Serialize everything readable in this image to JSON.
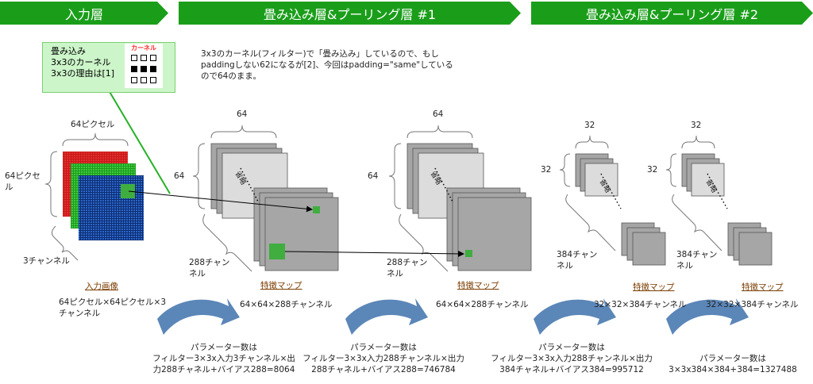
{
  "headers": {
    "input": "入力層",
    "conv1": "畳み込み層&プーリング層 #1",
    "conv2": "畳み込み層&プーリング層 #2"
  },
  "kernel_note": {
    "line1": "畳み込み",
    "line2": "3x3のカーネル",
    "line3": "3x3の理由は[1]",
    "grid_label": "カーネル"
  },
  "padding_note": {
    "line1": "3x3のカーネル(フィルター)で「畳み込み」しているので、もし",
    "line2": "paddingしない62になるが[2]、今回はpadding=\"same\"している",
    "line3": "ので64のまま。"
  },
  "input": {
    "width_label": "64ピクセル",
    "height_label_1": "64ピクセ",
    "height_label_2": "ル",
    "channel_label": "3チャンネル",
    "caption": "入力画像",
    "shape_1": "64ピクセル×64ピクセル×3",
    "shape_2": "チャンネル"
  },
  "conv1": {
    "width_label": "64",
    "height_label": "64",
    "channel_label_1": "288チャン",
    "channel_label_2": "ネル",
    "overlap_label": "省略",
    "caption": "特徴マップ",
    "shape": "64×64×288チャンネル"
  },
  "conv1b": {
    "width_label": "64",
    "height_label": "64",
    "channel_label_1": "288チャン",
    "channel_label_2": "ネル",
    "overlap_label": "省略",
    "caption": "特徴マップ",
    "shape": "64×64×288チャンネル"
  },
  "conv2": {
    "width_label": "32",
    "height_label": "32",
    "channel_label_1": "384チャン",
    "channel_label_2": "ネル",
    "overlap_label": "省略",
    "caption": "特徴マップ",
    "shape": "32×32×384チャンネル"
  },
  "conv2b": {
    "width_label": "32",
    "height_label": "32",
    "channel_label_1": "384チャン",
    "channel_label_2": "ネル",
    "overlap_label": "省略",
    "caption": "特徴マップ",
    "shape": "32×32×384チャンネル"
  },
  "params": [
    {
      "line1": "パラメーター数は",
      "line2": "フィルター3×3x入力3チャンネル×出",
      "line3": "力288チャネル+バイアス288=8064"
    },
    {
      "line1": "パラメーター数は",
      "line2": "フィルター3×3x入力288チャンネル×出力",
      "line3": "288チャネル+バイアス288=746784"
    },
    {
      "line1": "パラメーター数は",
      "line2": "フィルター3×3x入力288チャンネル×出力",
      "line3": "384チャネル+バイアス384=995712"
    },
    {
      "line1": "パラメーター数は",
      "line2": "3×3x384×384+384=1327488",
      "line3": ""
    }
  ],
  "colors": {
    "header_green": "#1a9e1a",
    "arrow_blue": "#5b86b8",
    "map_dark": "#a6a6a6",
    "map_light": "#dcdcdc",
    "highlight_green": "#3fae3f",
    "caption_brown": "#7a3c00"
  }
}
